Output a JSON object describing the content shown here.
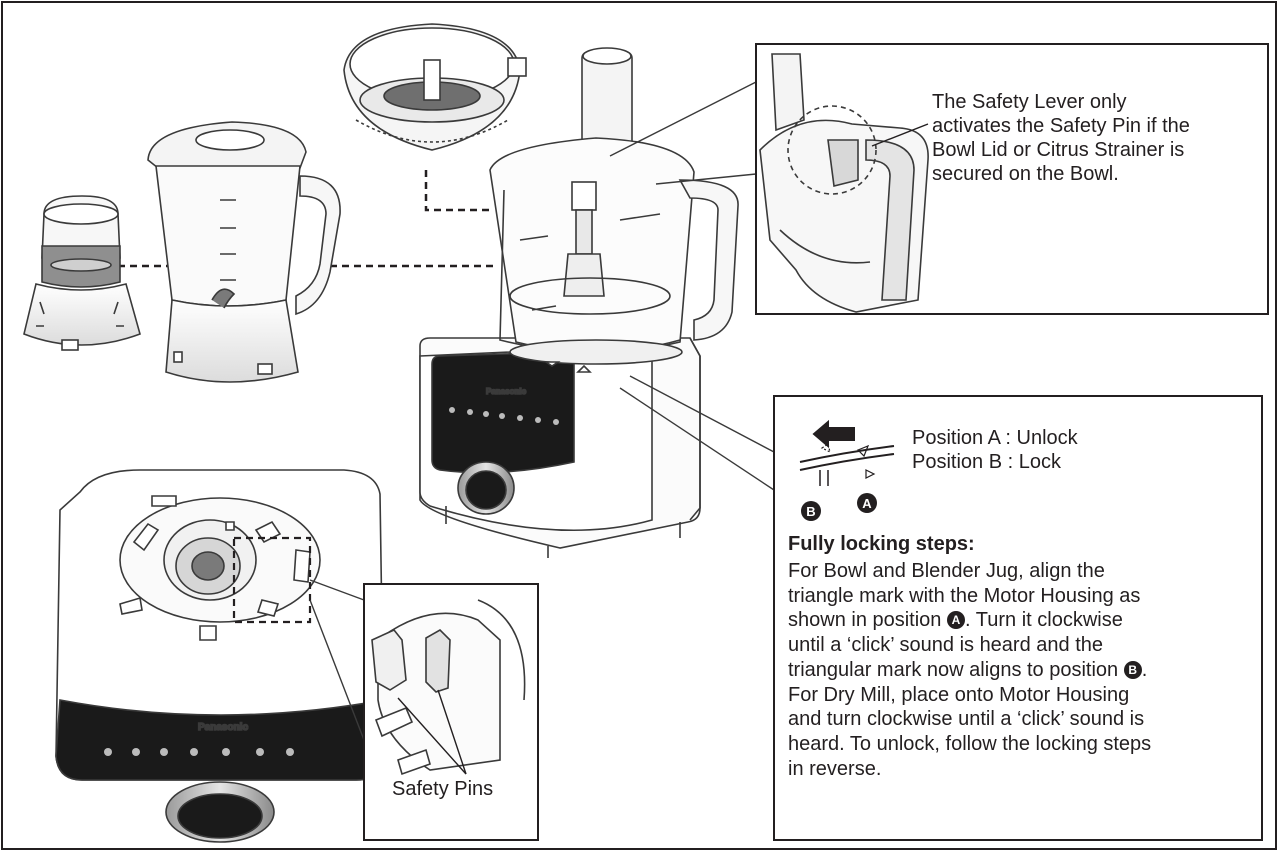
{
  "brand_logo": "Panasonic",
  "safety_lever_note": [
    "The Safety Lever only",
    "activates the Safety Pin if the",
    "Bowl Lid or Citrus Strainer is",
    "secured on the Bowl."
  ],
  "positions": {
    "a": "Position A : Unlock",
    "b": "Position B : Lock",
    "badge_a": "A",
    "badge_b": "B"
  },
  "locking_steps": {
    "title": "Fully locking steps:",
    "lines": [
      "For Bowl and Blender Jug, align the",
      "triangle mark with the Motor Housing as",
      "shown in position",
      ". Turn it clockwise",
      "until a ‘click’ sound is heard and the",
      "triangular mark now aligns to position",
      ".",
      "For Dry Mill, place onto Motor Housing",
      "and turn clockwise until a ‘click’ sound is",
      "heard. To unlock, follow the locking steps",
      "in reverse."
    ]
  },
  "safety_pins_label": "Safety Pins",
  "colors": {
    "ink": "#231f20",
    "panel": "#1a1a1a",
    "line": "#3a3a3a"
  }
}
